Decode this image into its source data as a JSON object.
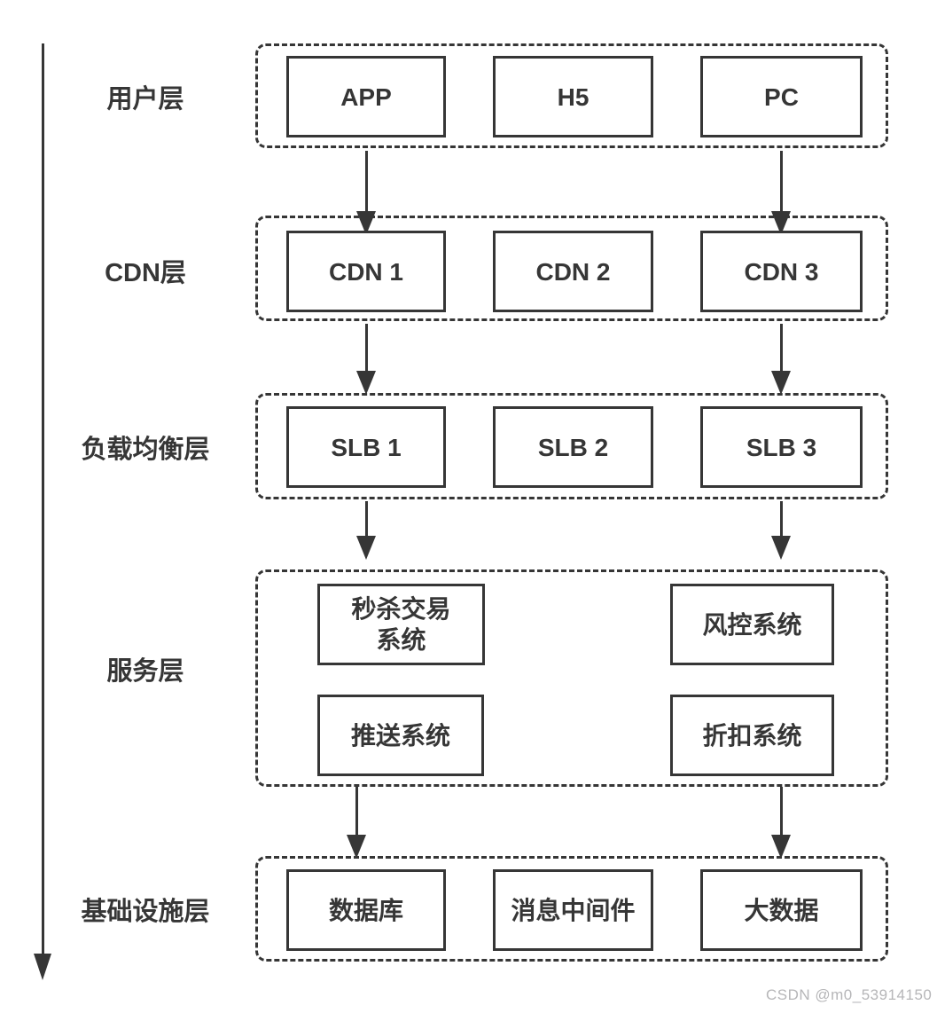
{
  "colors": {
    "stroke": "#363636",
    "text": "#363636",
    "watermark": "#b6b6b8",
    "background": "#ffffff"
  },
  "layers": [
    {
      "label": "用户层",
      "boxes": [
        {
          "label": "APP"
        },
        {
          "label": "H5"
        },
        {
          "label": "PC"
        }
      ]
    },
    {
      "label": "CDN层",
      "boxes": [
        {
          "label": "CDN 1"
        },
        {
          "label": "CDN 2"
        },
        {
          "label": "CDN 3"
        }
      ]
    },
    {
      "label": "负载均衡层",
      "boxes": [
        {
          "label": "SLB 1"
        },
        {
          "label": "SLB 2"
        },
        {
          "label": "SLB 3"
        }
      ]
    },
    {
      "label": "服务层",
      "boxes": [
        {
          "label": "秒杀交易\n系统"
        },
        {
          "label": "风控系统"
        },
        {
          "label": "推送系统"
        },
        {
          "label": "折扣系统"
        }
      ]
    },
    {
      "label": "基础设施层",
      "boxes": [
        {
          "label": "数据库"
        },
        {
          "label": "消息中间件"
        },
        {
          "label": "大数据"
        }
      ]
    }
  ],
  "watermark": {
    "text": "CSDN @m0_53914150"
  }
}
